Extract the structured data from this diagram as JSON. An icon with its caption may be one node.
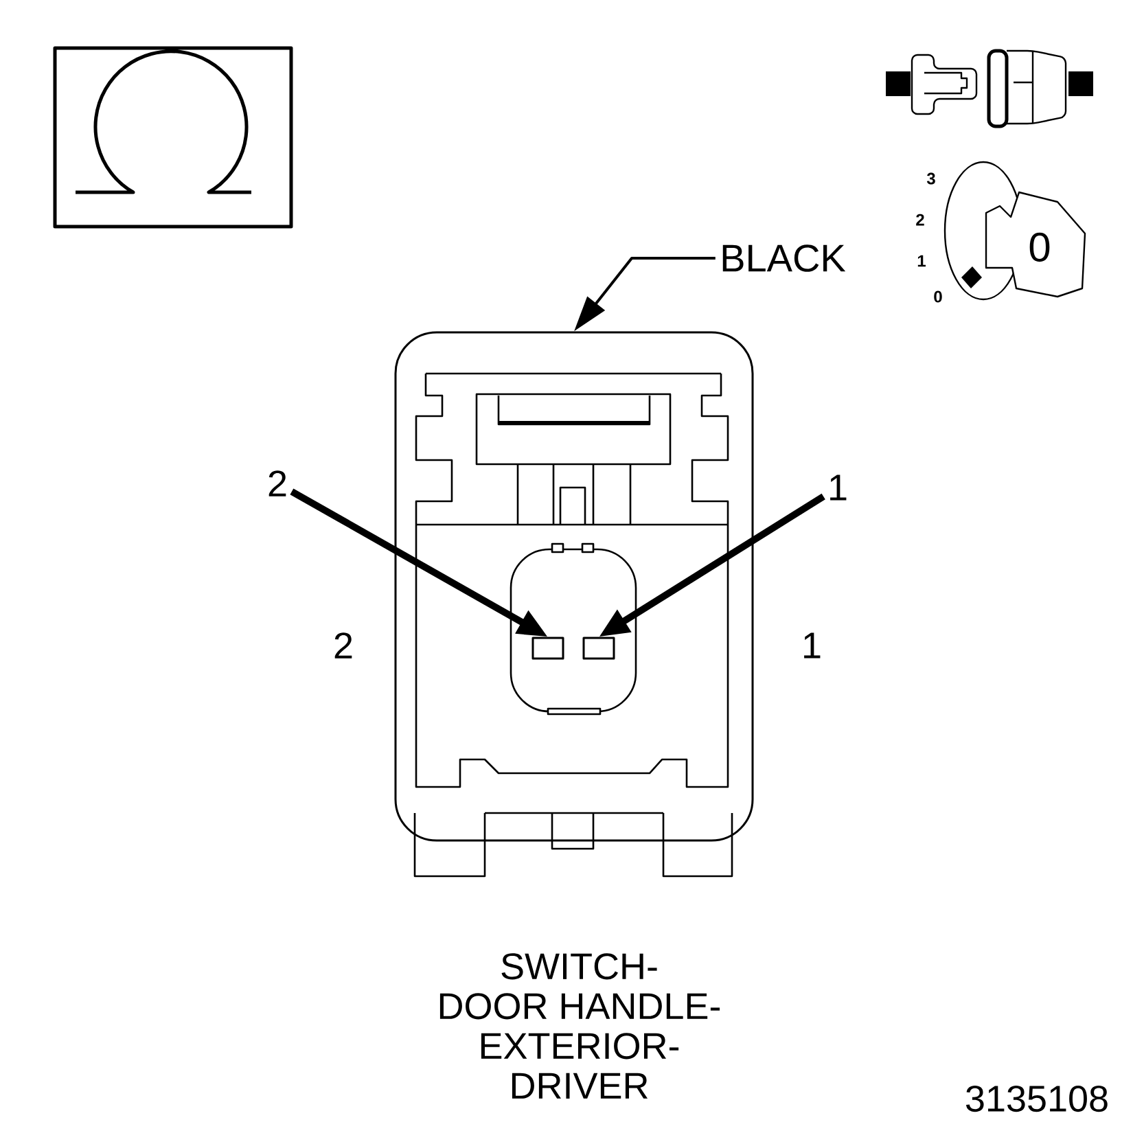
{
  "diagram": {
    "caption": "SWITCH- DOOR HANDLE- EXTERIOR- DRIVER",
    "nodes": [
      {
        "text": [
          "BLACK"
        ]
      },
      {
        "text": [],
        "shape": "picture"
      },
      {
        "text": [
          "2"
        ]
      },
      {
        "text": [
          "1"
        ]
      },
      {
        "text": [],
        "shape": "box",
        "in": 1
      },
      {
        "text": [],
        "shape": "box",
        "in": 1
      }
    ],
    "edges": [
      {
        "from": 0,
        "to": 1,
        "arrow": "to"
      },
      {
        "from": 2,
        "to": 4,
        "arrow": "to"
      },
      {
        "from": 3,
        "to": 5,
        "arrow": "to"
      }
    ],
    "labels": [
      "3",
      "2",
      "0",
      "1",
      "0",
      "2",
      "1",
      "3135108"
    ]
  }
}
